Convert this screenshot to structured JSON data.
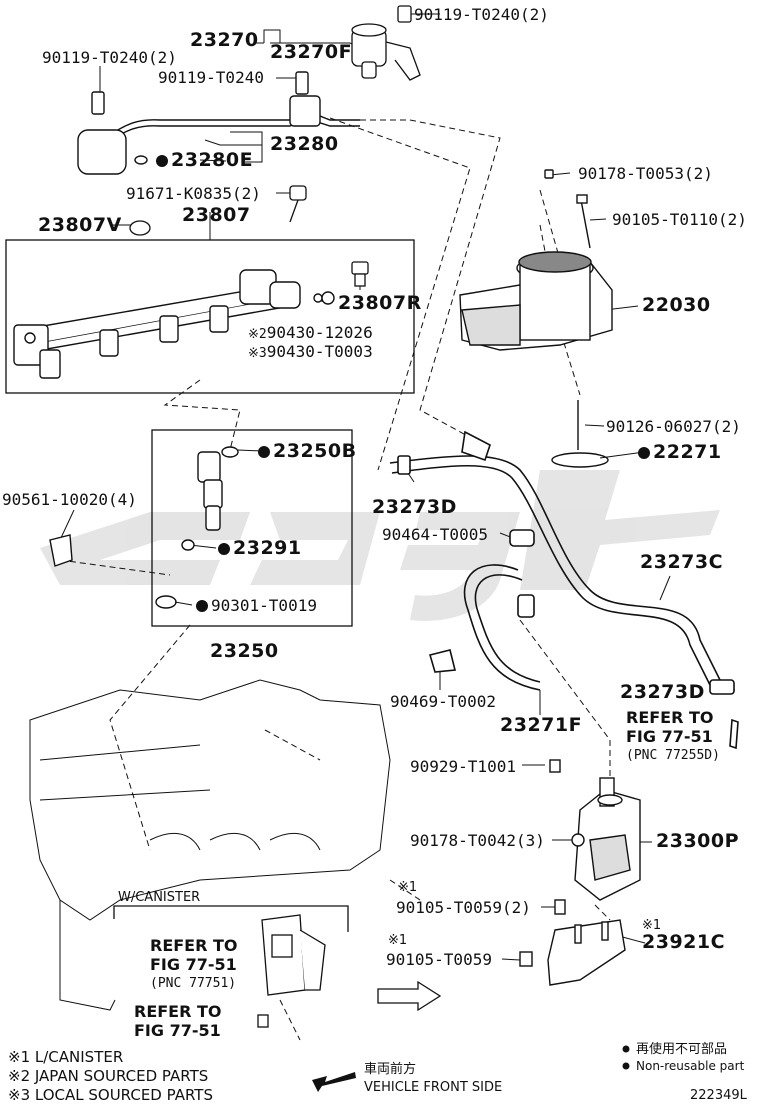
{
  "labels": {
    "p_90119_a": "90119-T0240(2)",
    "p_23270": "23270",
    "p_23270F": "23270F",
    "p_90119_b": "90119-T0240(2)",
    "p_90119_c": "90119-T0240",
    "p_23280E": "23280E",
    "p_23280": "23280",
    "p_91671": "91671-K0835(2)",
    "p_23807": "23807",
    "p_23807V": "23807V",
    "p_23807R": "23807R",
    "p_90430_a_mark": "※2",
    "p_90430_a": "90430-12026",
    "p_90430_b_mark": "※3",
    "p_90430_b": "90430-T0003",
    "p_90178_a": "90178-T0053(2)",
    "p_90105_a": "90105-T0110(2)",
    "p_22030": "22030",
    "p_90126": "90126-06027(2)",
    "p_22271": "22271",
    "p_23250B": "23250B",
    "p_90561": "90561-10020(4)",
    "p_23291": "23291",
    "p_90301": "90301-T0019",
    "p_23250": "23250",
    "p_23273D_a": "23273D",
    "p_90464": "90464-T0005",
    "p_23273C": "23273C",
    "p_23273D_b": "23273D",
    "p_90469": "90469-T0002",
    "p_23271F": "23271F",
    "p_90929": "90929-T1001",
    "p_90178_b": "90178-T0042(3)",
    "p_23300P": "23300P",
    "p_90105_b_mark": "※1",
    "p_90105_b": "90105-T0059(2)",
    "p_90105_c_mark": "※1",
    "p_90105_c": "90105-T0059",
    "p_23921C_mark": "※1",
    "p_23921C": "23921C"
  },
  "refs": {
    "ref_a_line1": "REFER TO",
    "ref_a_line2": "FIG 77-51",
    "ref_a_pnc": "(PNC 77255D)",
    "ref_b_header": "W/CANISTER",
    "ref_b_line1": "REFER TO",
    "ref_b_line2": "FIG 77-51",
    "ref_b_pnc": "(PNC 77751)",
    "ref_c_line1": "REFER TO",
    "ref_c_line2": "FIG 77-51"
  },
  "footnotes": [
    "※1 L/CANISTER",
    "※2 JAPAN SOURCED PARTS",
    "※3 LOCAL SOURCED PARTS"
  ],
  "direction": {
    "jp": "車両前方",
    "en": "VEHICLE FRONT SIDE"
  },
  "legend": {
    "jp": "再使用不可部品",
    "en": "Non-reusable part"
  },
  "figure_id": "222349L",
  "colors": {
    "ink": "#111111",
    "watermark": "#d9d9d9"
  }
}
